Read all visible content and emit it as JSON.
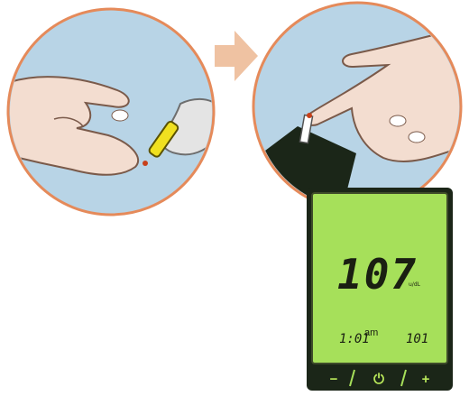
{
  "meter": {
    "reading": "107",
    "unit": "u/dL",
    "time": "1:01",
    "ampm": "am",
    "memory": "101",
    "buttons": {
      "minus": "−",
      "power": "⏻",
      "plus": "+"
    }
  },
  "colors": {
    "circle_bg": "#b8d4e6",
    "circle_border": "#e58a5a",
    "arrow": "#efc2a2",
    "lcd": "#a6e05a",
    "meter_body": "#1b2618",
    "lancet": "#f0e020",
    "skin": "#f3ddd0"
  },
  "icons": [
    "arrow-right-icon",
    "power-icon"
  ]
}
